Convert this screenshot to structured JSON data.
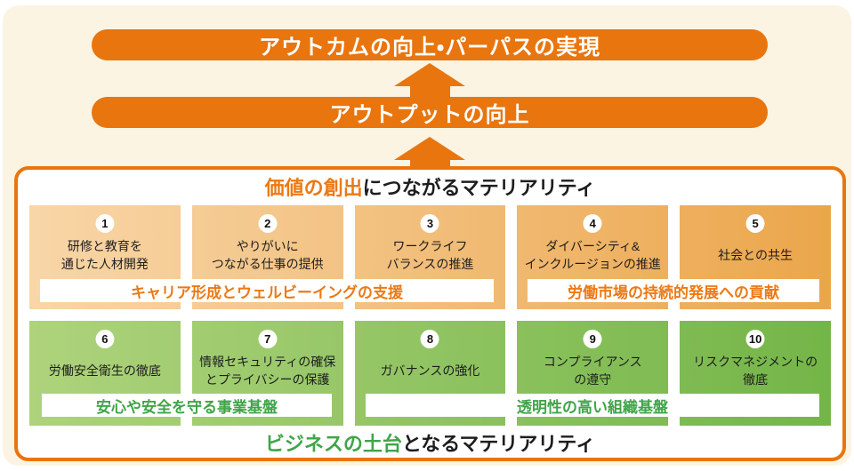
{
  "colors": {
    "accent_orange": "#e9750e",
    "cream_background": "#fbf4e3",
    "orange_text": "#ec7914",
    "green_text": "#3fa548"
  },
  "icons": {
    "up_arrow": "block-up-arrow"
  },
  "banners": {
    "outcome": "アウトカムの向上・パーパスの実現",
    "output": "アウトプットの向上"
  },
  "value_section": {
    "title_highlight": "価値の創出",
    "title_rest": "につながるマテリアリティ",
    "cards": [
      {
        "number": "1",
        "lines": [
          "研修と教育を",
          "通じた人材開発"
        ]
      },
      {
        "number": "2",
        "lines": [
          "やりがいに",
          "つながる仕事の提供"
        ]
      },
      {
        "number": "3",
        "lines": [
          "ワークライフ",
          "バランスの推進"
        ]
      },
      {
        "number": "4",
        "lines": [
          "ダイバーシティ&",
          "インクルージョンの推進"
        ]
      },
      {
        "number": "5",
        "lines": [
          "社会との共生"
        ]
      }
    ],
    "strips": [
      "キャリア形成とウェルビーイングの支援",
      "労働市場の持続的発展への貢献"
    ]
  },
  "base_section": {
    "title_highlight": "ビジネスの土台",
    "title_rest": "となるマテリアリティ",
    "cards": [
      {
        "number": "6",
        "lines": [
          "労働安全衛生の徹底"
        ]
      },
      {
        "number": "7",
        "lines": [
          "情報セキュリティの確保",
          "とプライバシーの保護"
        ]
      },
      {
        "number": "8",
        "lines": [
          "ガバナンスの強化"
        ]
      },
      {
        "number": "9",
        "lines": [
          "コンプライアンス",
          "の遵守"
        ]
      },
      {
        "number": "10",
        "lines": [
          "リスクマネジメントの",
          "徹底"
        ]
      }
    ],
    "strips": [
      "安心や安全を守る事業基盤",
      "透明性の高い組織基盤"
    ]
  }
}
